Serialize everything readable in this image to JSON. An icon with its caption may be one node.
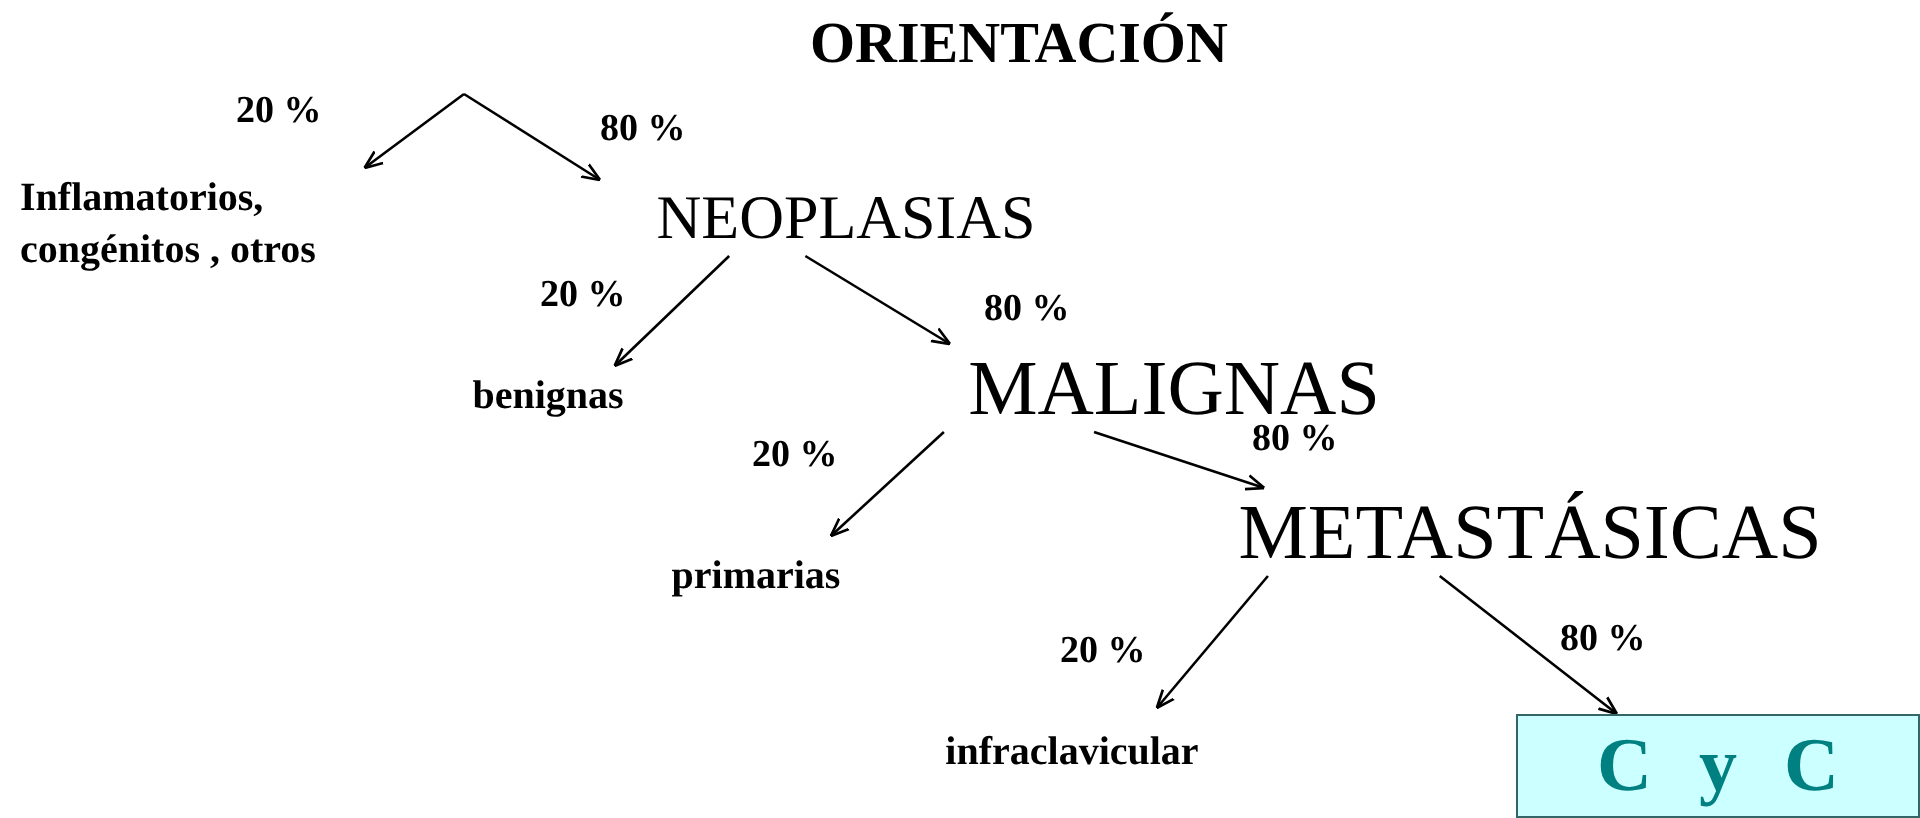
{
  "diagram": {
    "title": "ORIENTACIÓN",
    "nodes": [
      {
        "text": [
          "Inflamatorios, congénitos , otros"
        ]
      },
      {
        "text": [
          "NEOPLASIAS"
        ]
      },
      {
        "text": [
          "benignas"
        ]
      },
      {
        "text": [
          "MALIGNAS"
        ]
      },
      {
        "text": [
          "primarias"
        ]
      },
      {
        "text": [
          "METASTÁSICAS"
        ]
      },
      {
        "text": [
          "infraclavicular"
        ]
      },
      {
        "text": [
          "C y C"
        ]
      }
    ],
    "edges": [
      {
        "from": null,
        "to": 0,
        "arrow": "to",
        "label": "20 %"
      },
      {
        "from": null,
        "to": 1,
        "arrow": "to",
        "label": "80 %"
      },
      {
        "from": 1,
        "to": 2,
        "arrow": "to",
        "label": "20 %"
      },
      {
        "from": 1,
        "to": 3,
        "arrow": "to",
        "label": "80 %"
      },
      {
        "from": 3,
        "to": 4,
        "arrow": "to",
        "label": "20 %"
      },
      {
        "from": 3,
        "to": 5,
        "arrow": "to",
        "label": "80 %"
      },
      {
        "from": 5,
        "to": 6,
        "arrow": "to",
        "label": "20 %"
      },
      {
        "from": 5,
        "to": 7,
        "arrow": "to",
        "label": "80 %"
      }
    ]
  }
}
